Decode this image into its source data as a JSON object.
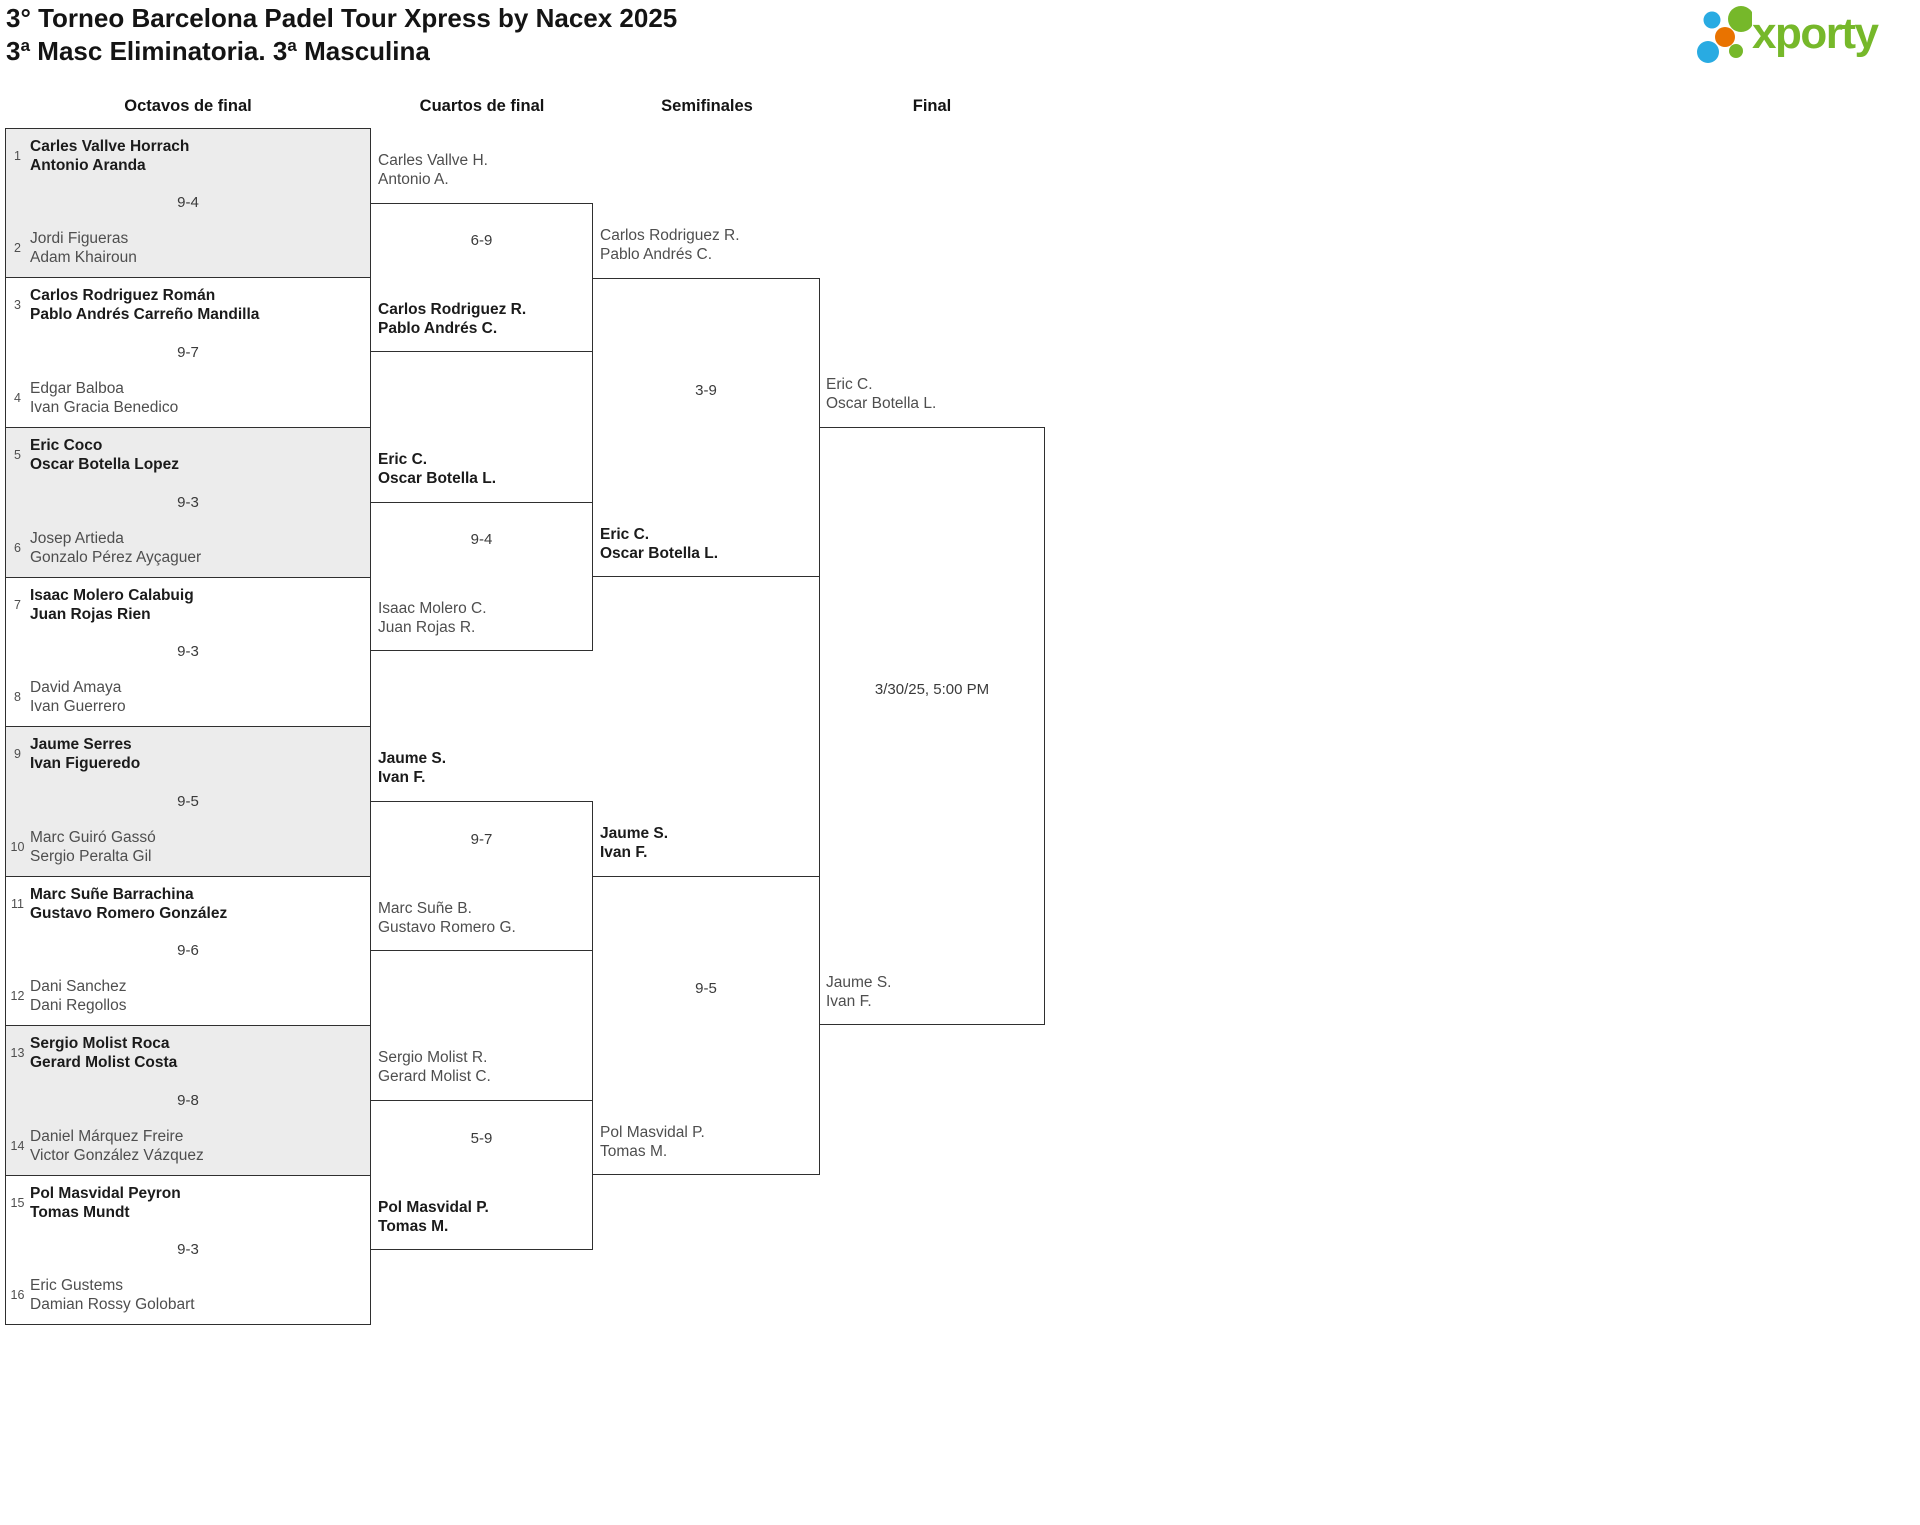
{
  "page": {
    "title": "3° Torneo Barcelona Padel Tour Xpress by Nacex 2025",
    "subtitle": "3ª Masc Eliminatoria. 3ª Masculina",
    "logo_text": "xporty"
  },
  "round_headers": [
    "Octavos de final",
    "Cuartos de final",
    "Semifinales",
    "Final"
  ],
  "colors": {
    "logo_green": "#76b82a",
    "logo_blue": "#29abe2",
    "logo_orange": "#e97300",
    "match_alt_background": "#ececec",
    "border": "#2f2f2f",
    "winner_text": "#1b1b1b",
    "loser_text": "#4e4e4e"
  },
  "bracket": {
    "octavos": [
      {
        "seed_top": "1",
        "top": [
          "Carles Vallve Horrach",
          "Antonio Aranda"
        ],
        "score": "9-4",
        "seed_bottom": "2",
        "bottom": [
          "Jordi Figueras",
          "Adam Khairoun"
        ],
        "winner": "top"
      },
      {
        "seed_top": "3",
        "top": [
          "Carlos Rodriguez Román",
          "Pablo Andrés Carreño Mandilla"
        ],
        "score": "9-7",
        "seed_bottom": "4",
        "bottom": [
          "Edgar Balboa",
          "Ivan Gracia Benedico"
        ],
        "winner": "top"
      },
      {
        "seed_top": "5",
        "top": [
          "Eric Coco",
          "Oscar Botella Lopez"
        ],
        "score": "9-3",
        "seed_bottom": "6",
        "bottom": [
          "Josep Artieda",
          "Gonzalo Pérez Ayçaguer"
        ],
        "winner": "top"
      },
      {
        "seed_top": "7",
        "top": [
          "Isaac Molero Calabuig",
          "Juan Rojas Rien"
        ],
        "score": "9-3",
        "seed_bottom": "8",
        "bottom": [
          "David Amaya",
          "Ivan Guerrero"
        ],
        "winner": "top"
      },
      {
        "seed_top": "9",
        "top": [
          "Jaume Serres",
          "Ivan Figueredo"
        ],
        "score": "9-5",
        "seed_bottom": "10",
        "bottom": [
          "Marc Guiró Gassó",
          "Sergio Peralta Gil"
        ],
        "winner": "top"
      },
      {
        "seed_top": "11",
        "top": [
          "Marc Suñe Barrachina",
          "Gustavo Romero González"
        ],
        "score": "9-6",
        "seed_bottom": "12",
        "bottom": [
          "Dani Sanchez",
          "Dani Regollos"
        ],
        "winner": "top"
      },
      {
        "seed_top": "13",
        "top": [
          "Sergio Molist Roca",
          "Gerard Molist Costa"
        ],
        "score": "9-8",
        "seed_bottom": "14",
        "bottom": [
          "Daniel Márquez Freire",
          "Victor González Vázquez"
        ],
        "winner": "top"
      },
      {
        "seed_top": "15",
        "top": [
          "Pol Masvidal Peyron",
          "Tomas Mundt"
        ],
        "score": "9-3",
        "seed_bottom": "16",
        "bottom": [
          "Eric Gustems",
          "Damian Rossy Golobart"
        ],
        "winner": "top"
      }
    ],
    "cuartos": [
      {
        "top": [
          "Carles Vallve H.",
          "Antonio A."
        ],
        "score": "6-9",
        "bottom": [
          "Carlos Rodriguez R.",
          "Pablo Andrés C."
        ],
        "winner": "bottom"
      },
      {
        "top": [
          "Eric C.",
          "Oscar Botella L."
        ],
        "score": "9-4",
        "bottom": [
          "Isaac Molero C.",
          "Juan Rojas R."
        ],
        "winner": "top"
      },
      {
        "top": [
          "Jaume S.",
          "Ivan F."
        ],
        "score": "9-7",
        "bottom": [
          "Marc Suñe B.",
          "Gustavo Romero G."
        ],
        "winner": "top"
      },
      {
        "top": [
          "Sergio Molist R.",
          "Gerard Molist C."
        ],
        "score": "5-9",
        "bottom": [
          "Pol Masvidal P.",
          "Tomas M."
        ],
        "winner": "bottom"
      }
    ],
    "semifinales": [
      {
        "top": [
          "Carlos Rodriguez R.",
          "Pablo Andrés C."
        ],
        "score": "3-9",
        "bottom": [
          "Eric C.",
          "Oscar Botella L."
        ],
        "winner": "bottom"
      },
      {
        "top": [
          "Jaume S.",
          "Ivan F."
        ],
        "score": "9-5",
        "bottom": [
          "Pol Masvidal P.",
          "Tomas M."
        ],
        "winner": "top"
      }
    ],
    "final": {
      "top": [
        "Eric C.",
        "Oscar Botella L."
      ],
      "bottom": [
        "Jaume S.",
        "Ivan F."
      ],
      "scheduled": "3/30/25, 5:00 PM"
    }
  }
}
